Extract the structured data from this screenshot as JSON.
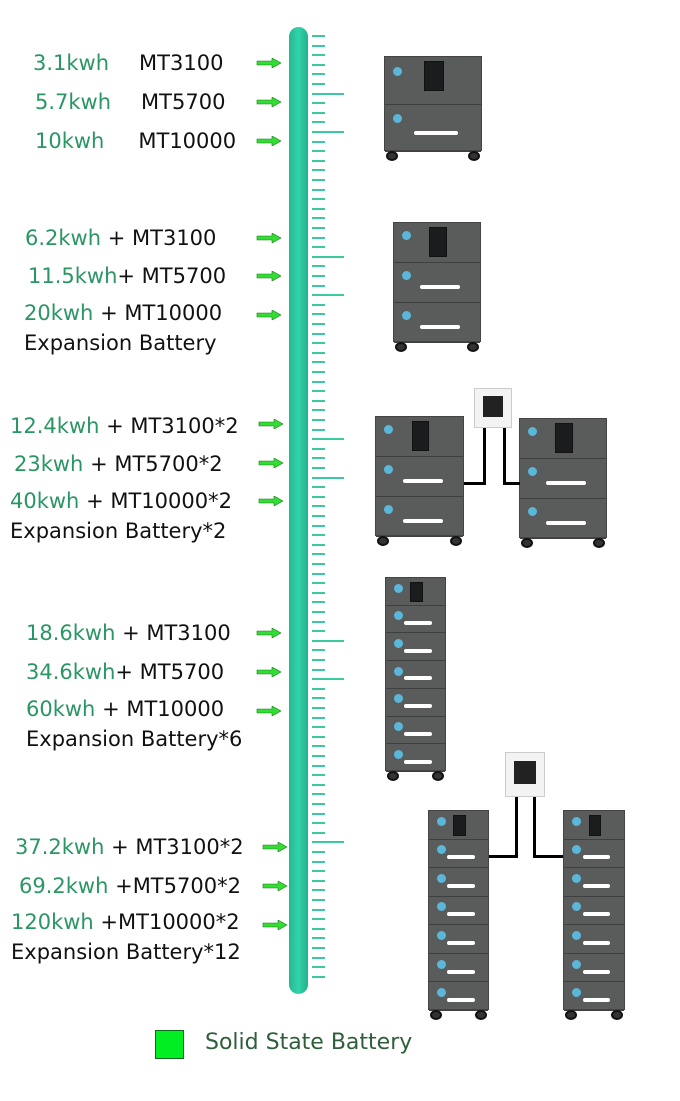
{
  "groups": [
    {
      "rows": [
        {
          "kwh": "3.1kwh",
          "model": "MT3100"
        },
        {
          "kwh": "5.7kwh",
          "model": "MT5700"
        },
        {
          "kwh": "10kwh",
          "model": "MT10000"
        }
      ]
    },
    {
      "rows": [
        {
          "kwh": "6.2kwh",
          "model": "+ MT3100"
        },
        {
          "kwh": "11.5kwh",
          "model": "+ MT5700"
        },
        {
          "kwh": "20kwh",
          "model": "+  MT10000"
        }
      ],
      "expansion": "Expansion Battery"
    },
    {
      "rows": [
        {
          "kwh": "12.4kwh",
          "model": "+ MT3100*2"
        },
        {
          "kwh": "23kwh",
          "model": "+  MT5700*2"
        },
        {
          "kwh": "40kwh",
          "model": "+ MT10000*2"
        }
      ],
      "expansion": "Expansion Battery*2"
    },
    {
      "rows": [
        {
          "kwh": "18.6kwh",
          "model": "+ MT3100"
        },
        {
          "kwh": "34.6kwh",
          "model": "+ MT5700"
        },
        {
          "kwh": "60kwh",
          "model": "+  MT10000"
        }
      ],
      "expansion": "Expansion Battery*6"
    },
    {
      "rows": [
        {
          "kwh": "37.2kwh",
          "model": "+ MT3100*2"
        },
        {
          "kwh": "69.2kwh",
          "model": "+MT5700*2"
        },
        {
          "kwh": "120kwh",
          "model": "+MT10000*2"
        }
      ],
      "expansion": "Expansion Battery*12"
    }
  ],
  "legend": {
    "label": "Solid State Battery",
    "color": "#00ee22"
  },
  "colors": {
    "bar": "#2cc99e",
    "arrow": "#33dd33",
    "kwh": "#2a9663"
  }
}
